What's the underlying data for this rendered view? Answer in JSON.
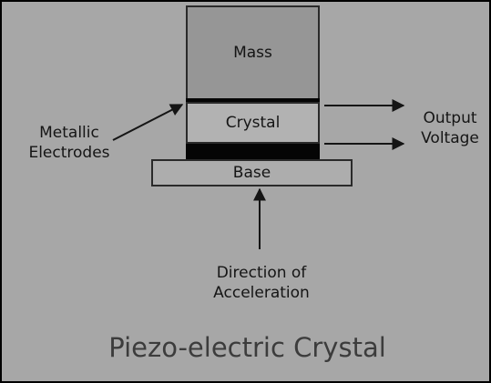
{
  "diagram": {
    "blocks": {
      "mass": "Mass",
      "crystal": "Crystal",
      "base": "Base"
    },
    "labels": {
      "electrodes": [
        "Metallic",
        "Electrodes"
      ],
      "output": [
        "Output",
        "Voltage"
      ],
      "direction": [
        "Direction of",
        "Acceleration"
      ]
    },
    "caption": "Piezo-electric Crystal"
  }
}
